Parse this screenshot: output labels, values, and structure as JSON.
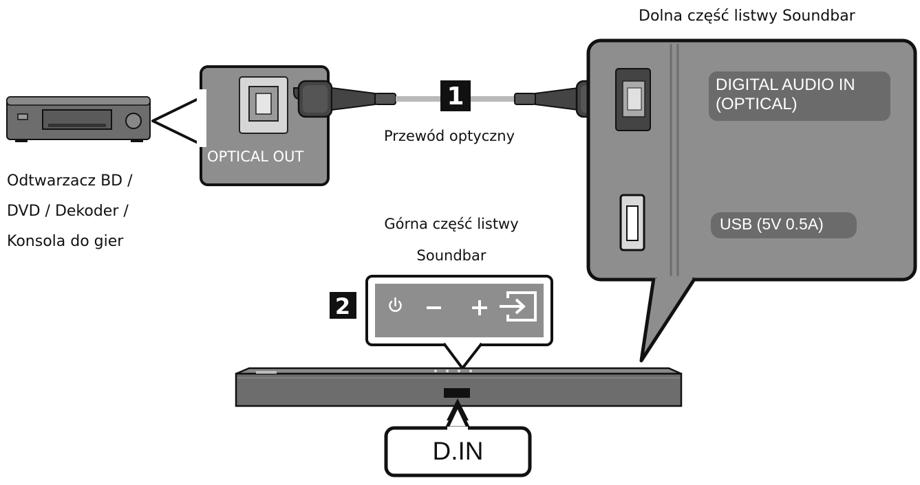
{
  "labels": {
    "bottom_panel_title": "Dolna część listwy Soundbar",
    "source_device_line1": "Odtwarzacz BD /",
    "source_device_line2": "DVD / Dekoder /",
    "source_device_line3": "Konsola do gier",
    "optical_out": "OPTICAL OUT",
    "cable_name": "Przewód optyczny",
    "top_panel_line1": "Górna część listwy",
    "top_panel_line2": "Soundbar",
    "digital_audio_in_line1": "DIGITAL AUDIO IN",
    "digital_audio_in_line2": "(OPTICAL)",
    "usb_port": "USB (5V 0.5A)",
    "d_in": "D.IN"
  },
  "steps": {
    "step1": "1",
    "step2": "2"
  },
  "icons": {
    "power": "power-icon",
    "volume_down": "minus-icon",
    "volume_up": "plus-icon",
    "source": "source-input-icon"
  },
  "colors": {
    "panel_gray": "#8e8e8e",
    "device_gray": "#6d6d6d",
    "outline": "#111111",
    "cable_gray": "#b9b9b9"
  }
}
